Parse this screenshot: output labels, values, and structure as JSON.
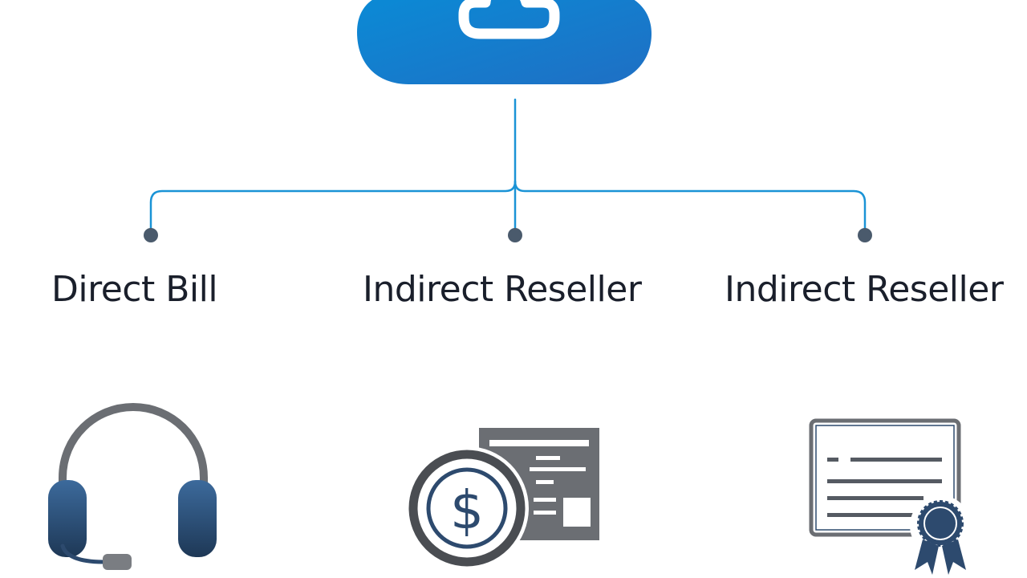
{
  "colors": {
    "cloud_gradient_start": "#0a8bd6",
    "cloud_gradient_end": "#1f6fc4",
    "connector_line": "#1a93d6",
    "node_dot": "#4a5a6c",
    "icon_gray": "#6b6e73",
    "icon_navy": "#2d4a6e",
    "label_text": "#1a1f2b"
  },
  "diagram": {
    "root_icon": "cloud-icon",
    "nodes": [
      {
        "label": "Direct Bill",
        "icon": "headset-icon"
      },
      {
        "label": "Indirect Reseller",
        "icon": "billing-invoice-icon"
      },
      {
        "label": "Indirect Reseller",
        "icon": "certificate-icon"
      }
    ]
  }
}
